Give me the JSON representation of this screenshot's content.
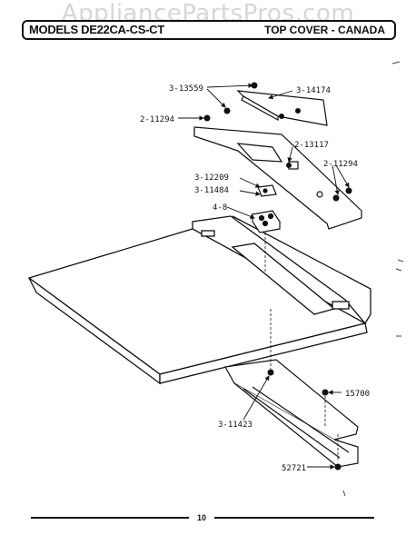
{
  "watermark": "AppliancePartsPros.com",
  "header": {
    "models": "MODELS DE22CA-CS-CT",
    "section": "TOP COVER - CANADA"
  },
  "parts": {
    "p13559": "3-13559",
    "p14174": "3-14174",
    "p11294a": "2-11294",
    "p13117": "2-13117",
    "p11294b": "2-11294",
    "p12209": "3-12209",
    "p11484": "3-11484",
    "p48": "4-8",
    "p15700": "15700",
    "p11423": "3-11423",
    "p52721": "52721"
  },
  "page_number": "10"
}
